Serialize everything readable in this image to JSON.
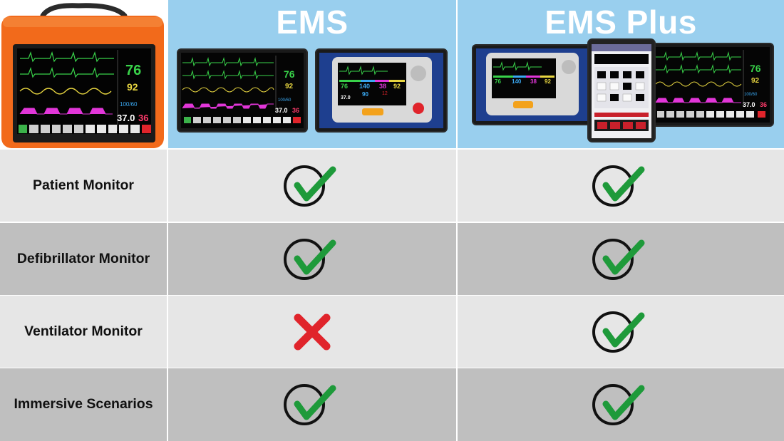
{
  "header": {
    "columns": [
      {
        "title": "EMS"
      },
      {
        "title": "EMS Plus"
      }
    ]
  },
  "monitor_readouts": {
    "heart_rate": "76",
    "spo2": "92",
    "nibp": "100/60",
    "temperature": "37.0",
    "resp_rate": "36",
    "defib_values": [
      "76",
      "140",
      "38",
      "92",
      "90",
      "12",
      "37.0"
    ]
  },
  "rows": [
    {
      "label": "Patient Monitor",
      "ems": "check",
      "ems_plus": "check"
    },
    {
      "label": "Defibrillator Monitor",
      "ems": "check",
      "ems_plus": "check"
    },
    {
      "label": "Ventilator Monitor",
      "ems": "cross",
      "ems_plus": "check"
    },
    {
      "label": "Immersive Scenarios",
      "ems": "check",
      "ems_plus": "check"
    }
  ],
  "colors": {
    "header_bg": "#99cfee",
    "row_light": "#e6e6e6",
    "row_dark": "#bfbfbf",
    "check_green": "#1e9a3a",
    "cross_red": "#e0242b",
    "bag_orange": "#f26a1b"
  },
  "icons": {
    "check": "check-circle-icon",
    "cross": "cross-icon"
  }
}
